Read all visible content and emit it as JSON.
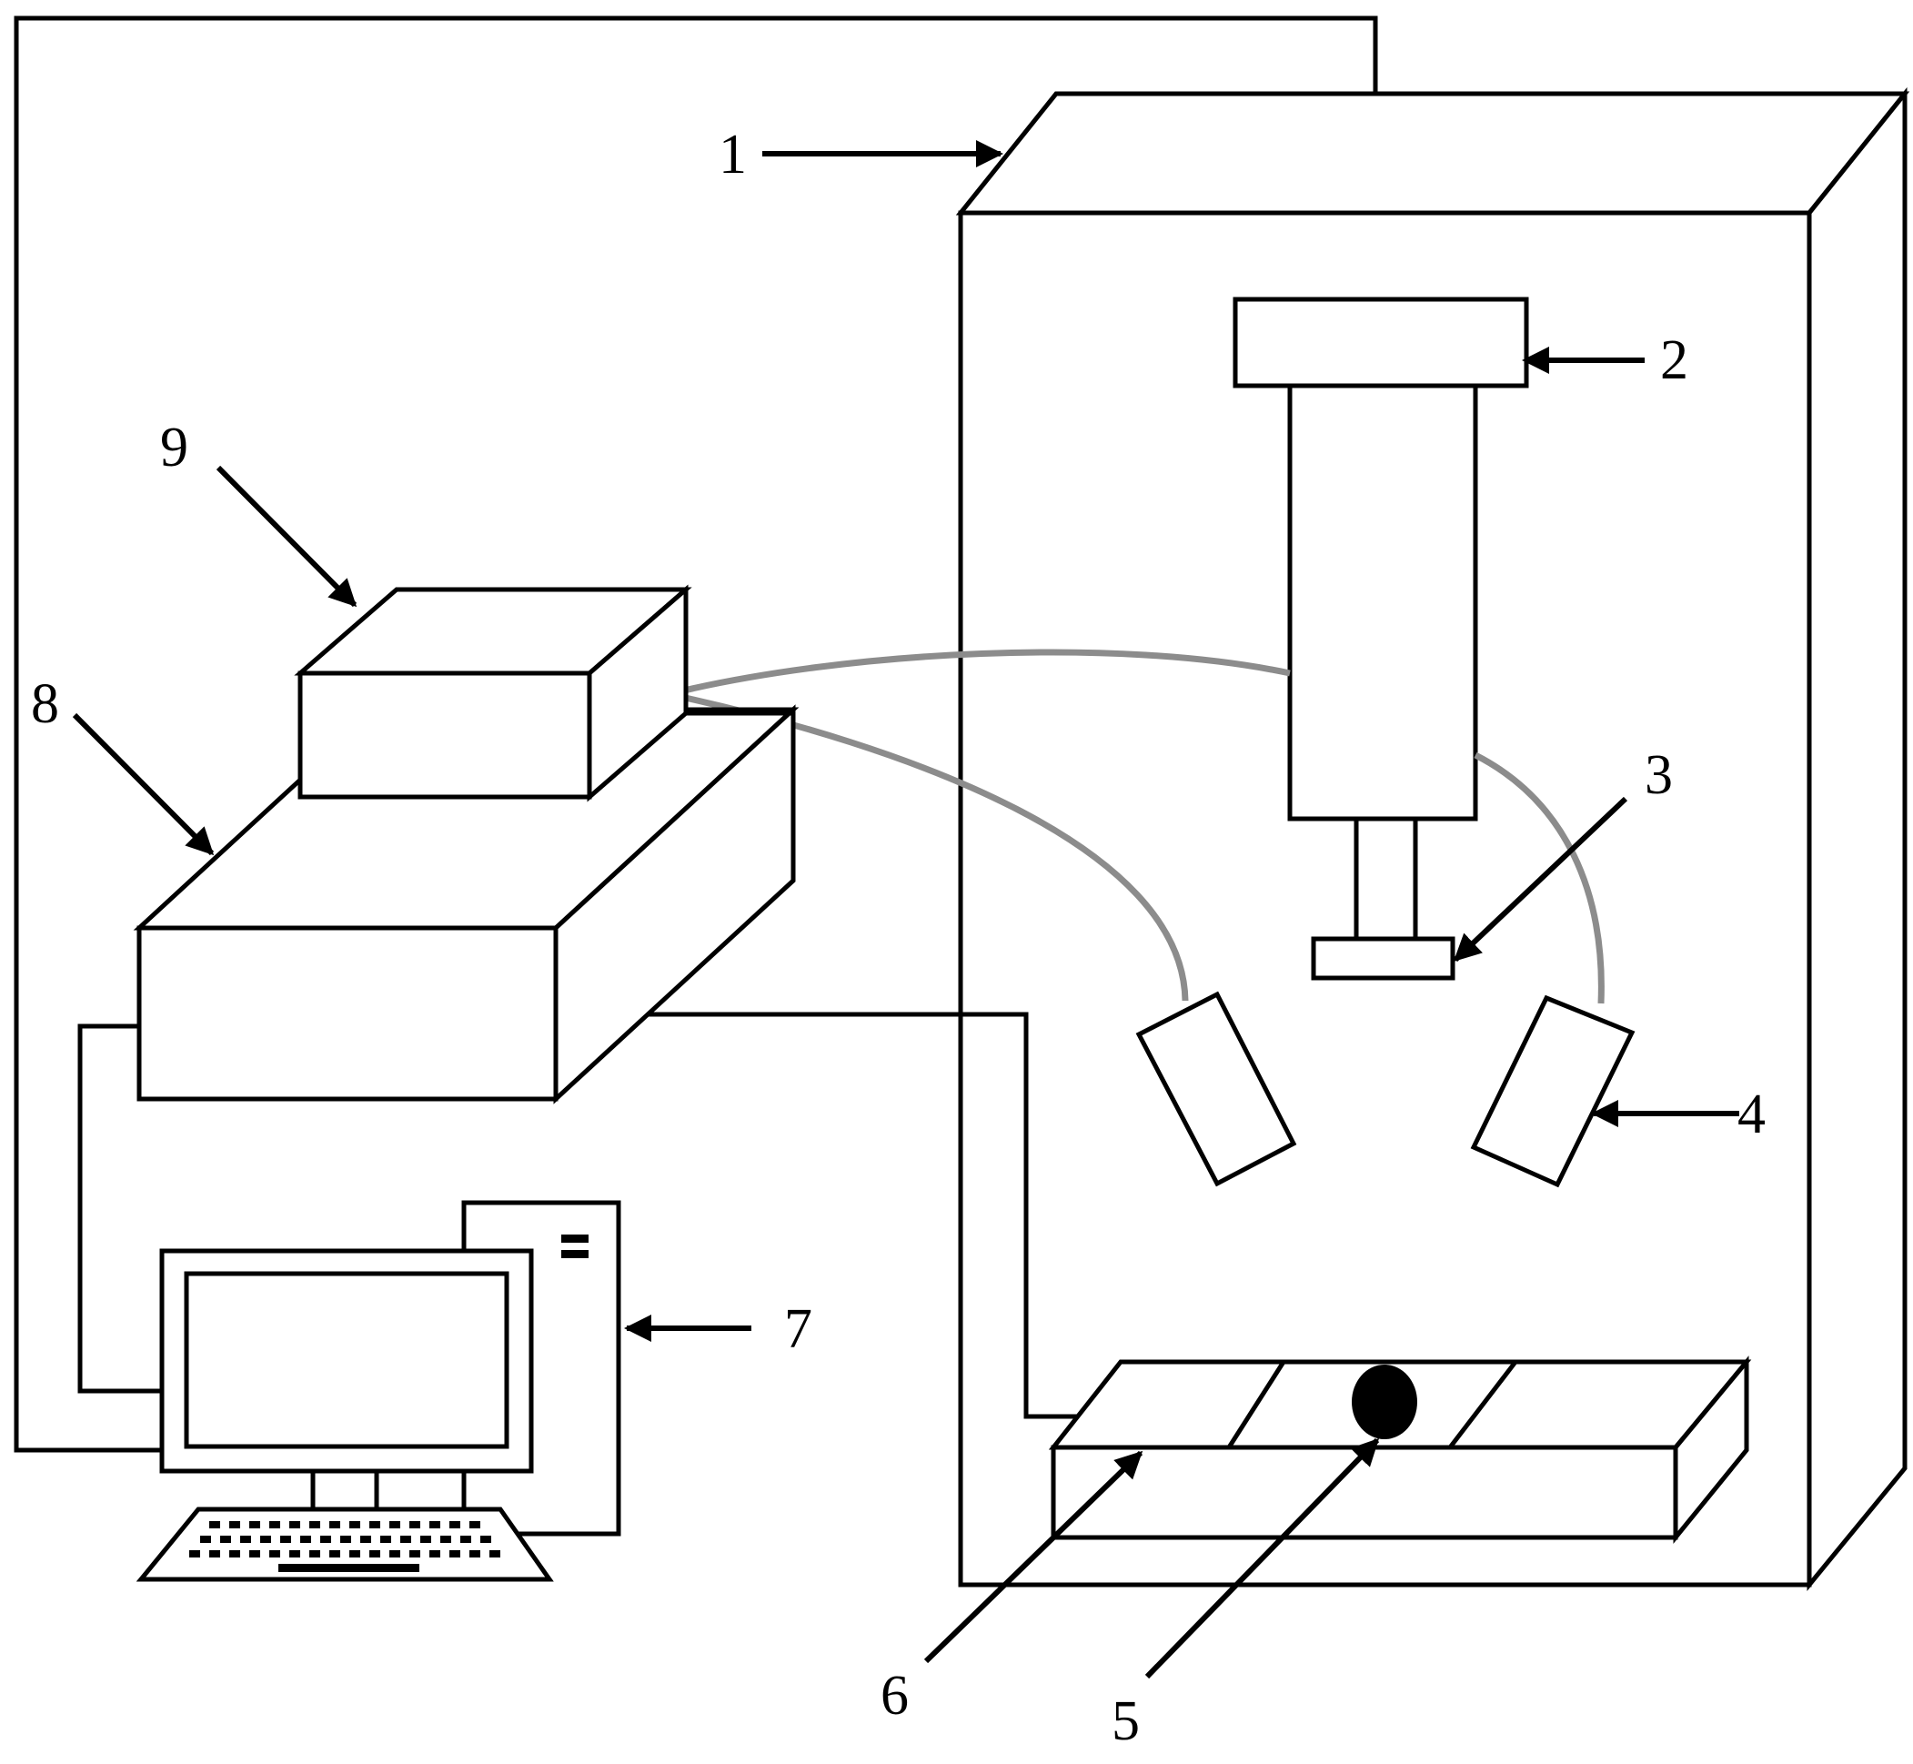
{
  "labels": {
    "l1": "1",
    "l2": "2",
    "l3": "3",
    "l4": "4",
    "l5": "5",
    "l6": "6",
    "l7": "7",
    "l8": "8",
    "l9": "9"
  },
  "colors": {
    "line": "#000000",
    "fiber": "#8c8c8c",
    "background": "#ffffff"
  }
}
